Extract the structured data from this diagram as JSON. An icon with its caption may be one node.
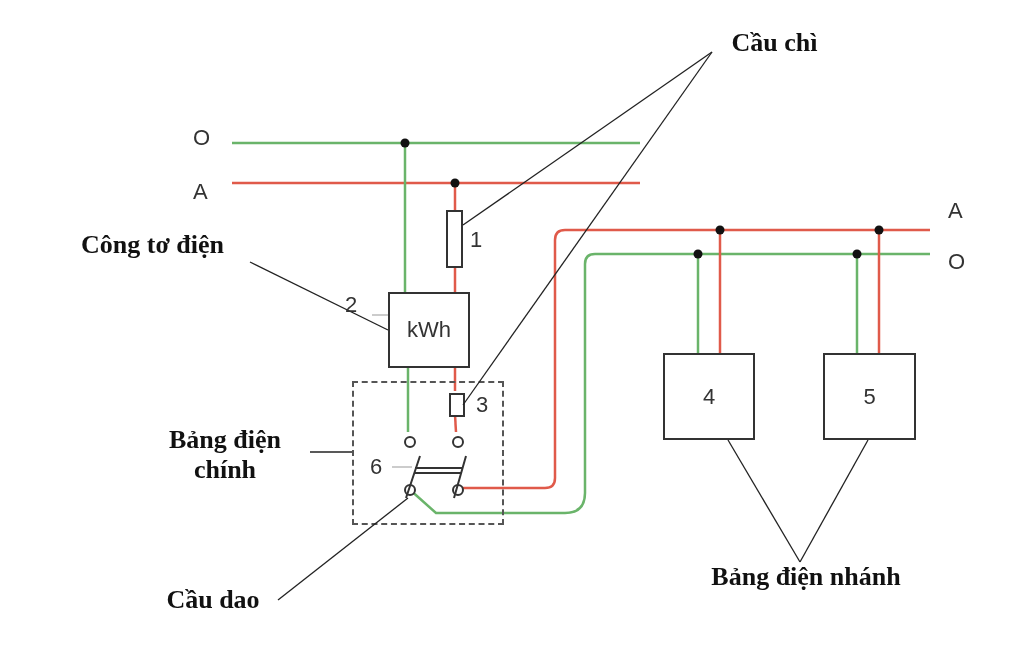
{
  "diagram": {
    "nodes": [
      {
        "text": [
          "Cầu chì"
        ]
      },
      {
        "text": [],
        "shape": "box",
        "beside": [
          "1"
        ]
      },
      {
        "text": [
          "Công tơ điện"
        ]
      },
      {
        "text": [
          "kWh"
        ],
        "beside": [
          "2"
        ]
      },
      {
        "text": [],
        "shape": "box"
      },
      {
        "text": [],
        "shape": "box",
        "beside": [
          "3"
        ],
        "in": 4
      },
      {
        "text": [],
        "shape": "switch",
        "beside": [
          "6"
        ],
        "in": 4
      },
      {
        "text": [
          "Bảng điện chính"
        ]
      },
      {
        "text": [
          "Cầu dao"
        ]
      },
      {
        "text": [
          "4"
        ]
      },
      {
        "text": [
          "5"
        ]
      },
      {
        "text": [
          "Bảng điện nhánh"
        ]
      }
    ],
    "edges": [
      {
        "from": 0,
        "to": 1,
        "arrow": "none"
      },
      {
        "from": 0,
        "to": 5,
        "arrow": "none"
      },
      {
        "from": 2,
        "to": 3,
        "arrow": "none"
      },
      {
        "from": 7,
        "to": 4,
        "arrow": "none"
      },
      {
        "from": 8,
        "to": 6,
        "arrow": "none"
      },
      {
        "from": 11,
        "to": 9,
        "arrow": "none"
      },
      {
        "from": 11,
        "to": 10,
        "arrow": "none"
      },
      {
        "from": 1,
        "to": 3,
        "arrow": "none",
        "color": "#e05a4a"
      },
      {
        "from": 3,
        "to": 5,
        "arrow": "none",
        "color": "#e05a4a"
      },
      {
        "from": 5,
        "to": 6,
        "arrow": "none",
        "color": "#e05a4a"
      },
      {
        "from": 3,
        "to": 6,
        "arrow": "none",
        "color": "#6ab46a"
      }
    ],
    "labels": [
      "O",
      "A",
      "A",
      "O"
    ]
  }
}
